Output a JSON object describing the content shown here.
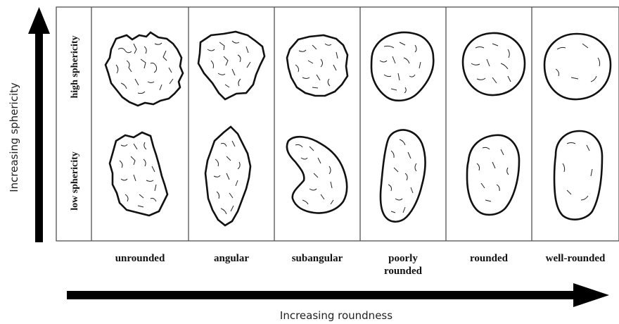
{
  "axes": {
    "vertical_label": "Increasing sphericity",
    "horizontal_label": "Increasing roundness"
  },
  "rows": [
    {
      "key": "high",
      "label": "high sphericity"
    },
    {
      "key": "low",
      "label": "low sphericity"
    }
  ],
  "columns": [
    {
      "key": "unrounded",
      "lines": [
        "unrounded"
      ]
    },
    {
      "key": "angular",
      "lines": [
        "angular"
      ]
    },
    {
      "key": "subangular",
      "lines": [
        "subangular"
      ]
    },
    {
      "key": "poorly-rounded",
      "lines": [
        "poorly",
        "rounded"
      ]
    },
    {
      "key": "rounded",
      "lines": [
        "rounded"
      ]
    },
    {
      "key": "well-rounded",
      "lines": [
        "well-rounded"
      ]
    }
  ]
}
